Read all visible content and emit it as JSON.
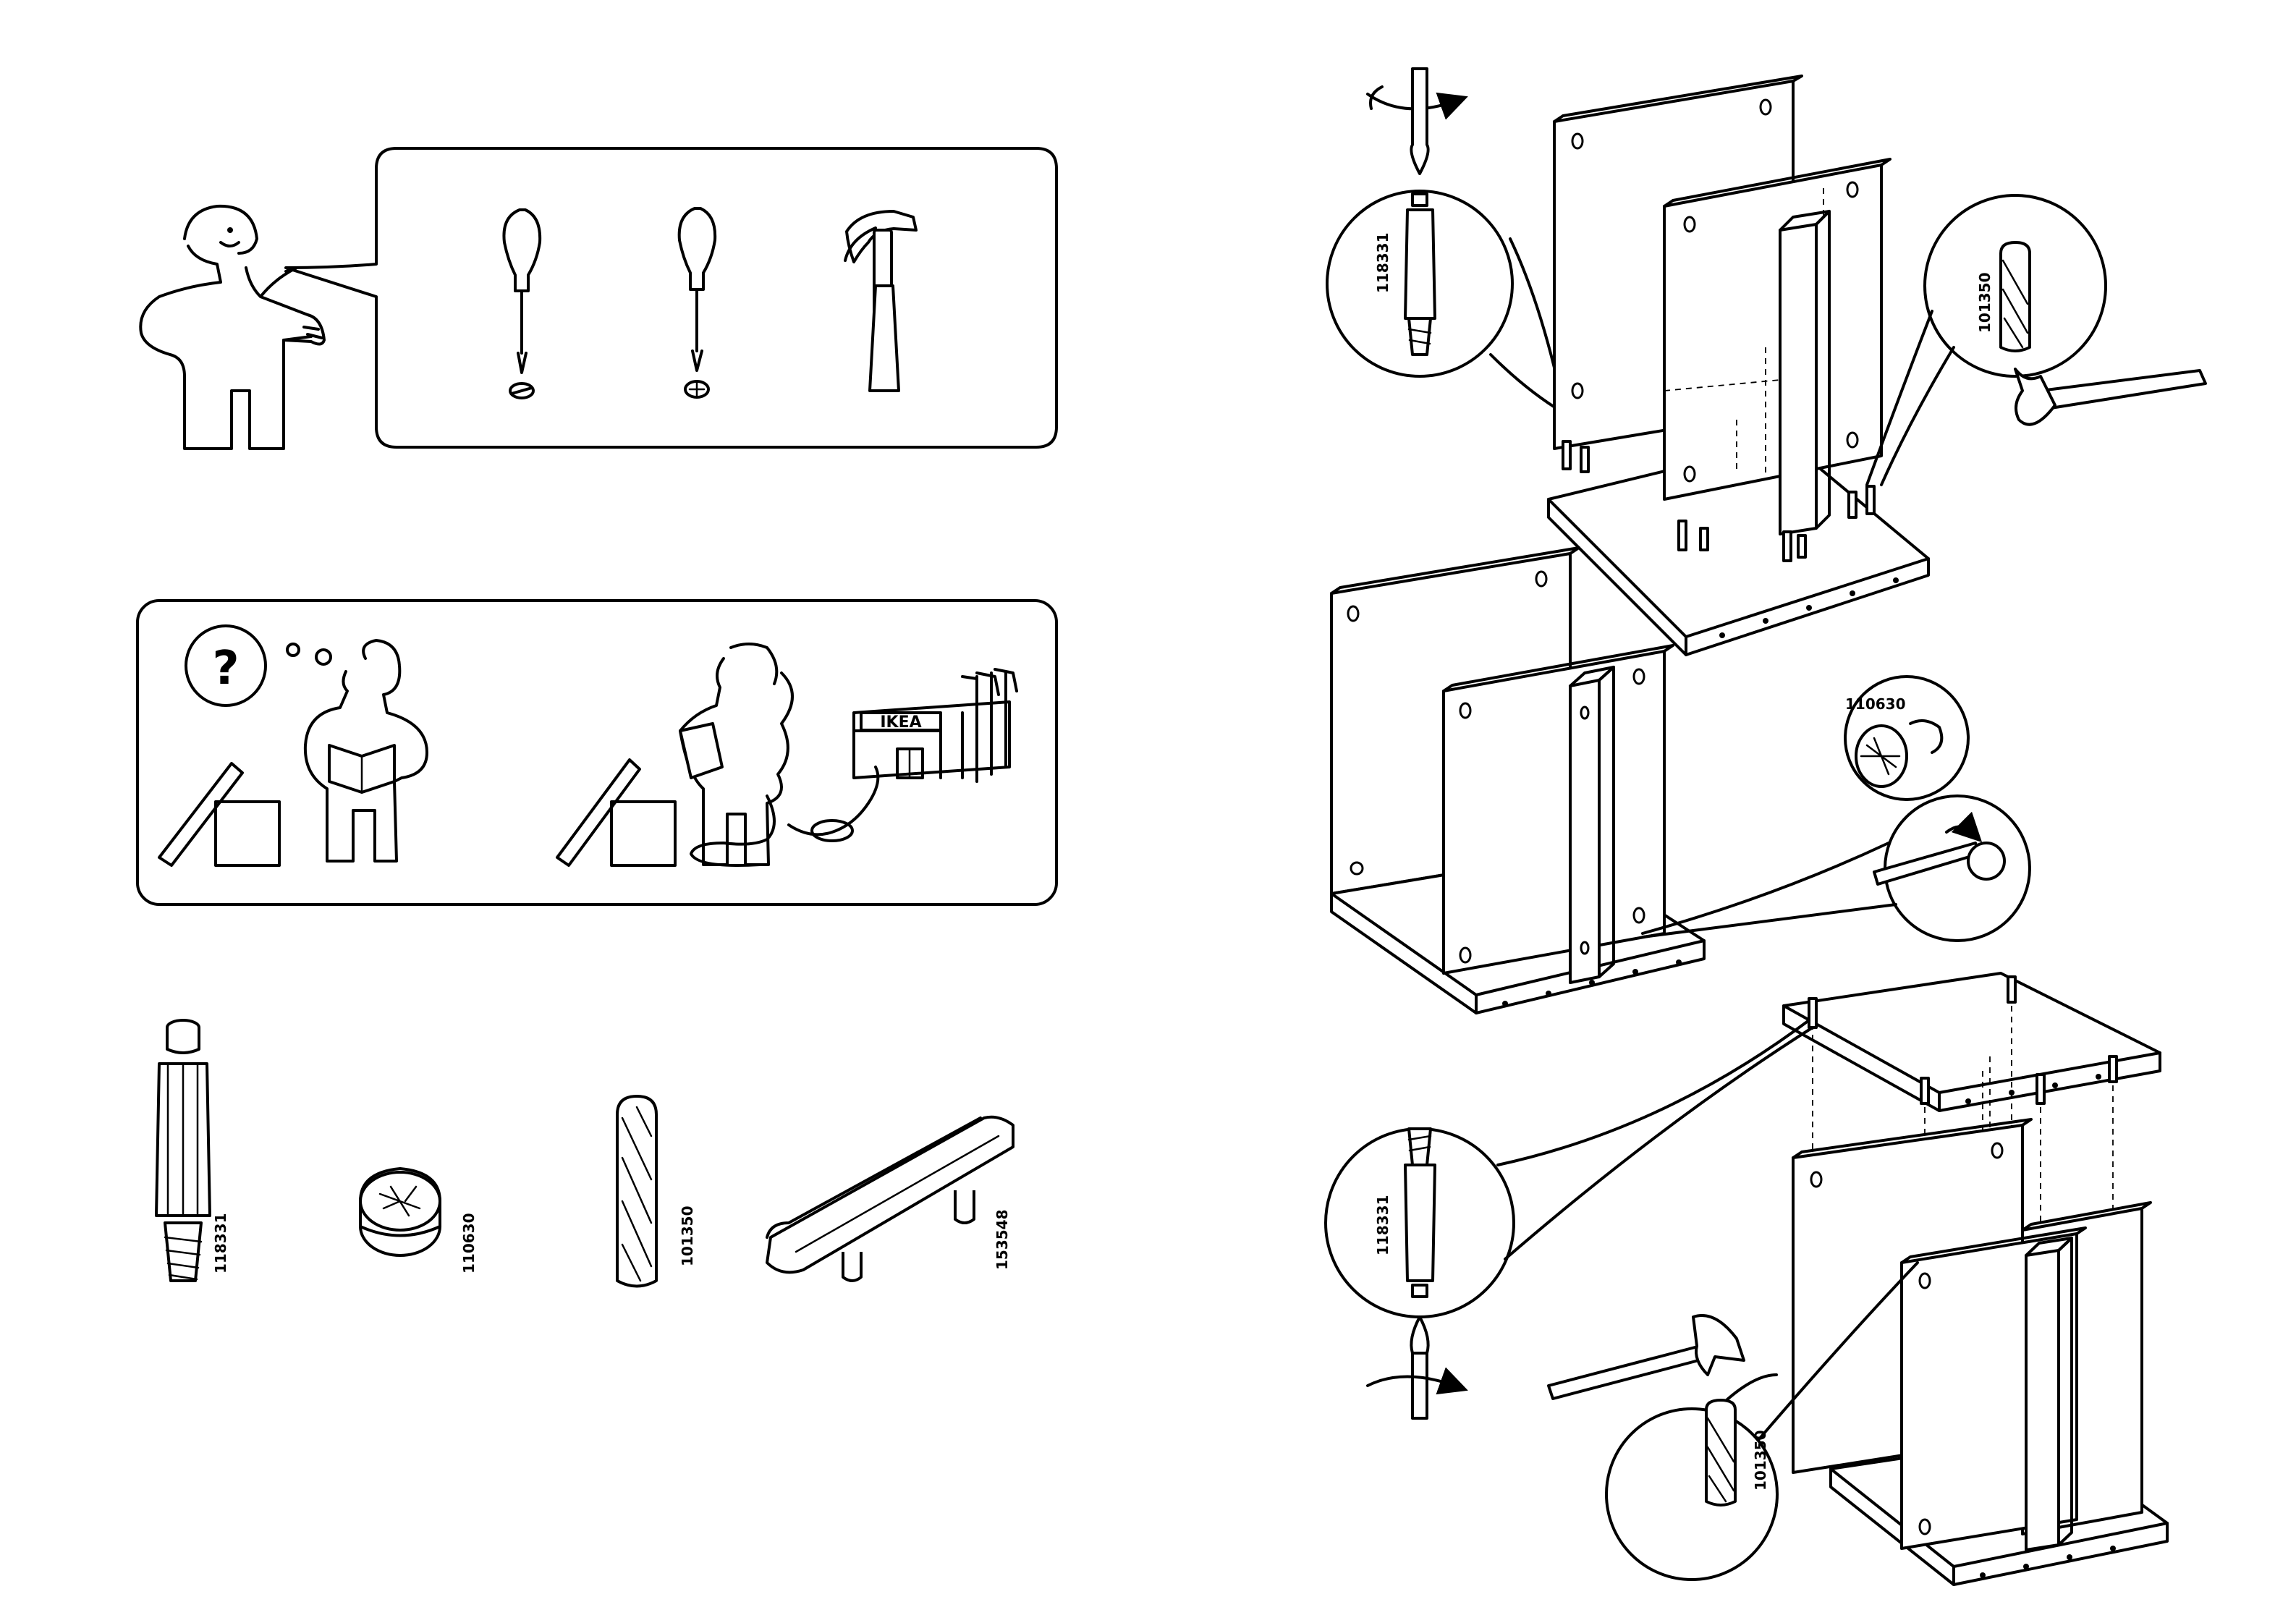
{
  "part_numbers": {
    "cam_bolt": "118331",
    "cam_lock": "110630",
    "dowel": "101350",
    "leg_shelf": "153548"
  },
  "store_sign": "IKEA",
  "help_symbol": "?",
  "icons": {
    "flat_screwdriver": "flat-screwdriver-icon",
    "phillips_screwdriver": "phillips-screwdriver-icon",
    "hammer": "hammer-icon"
  },
  "colors": {
    "ink": "#000000",
    "paper": "#ffffff"
  }
}
